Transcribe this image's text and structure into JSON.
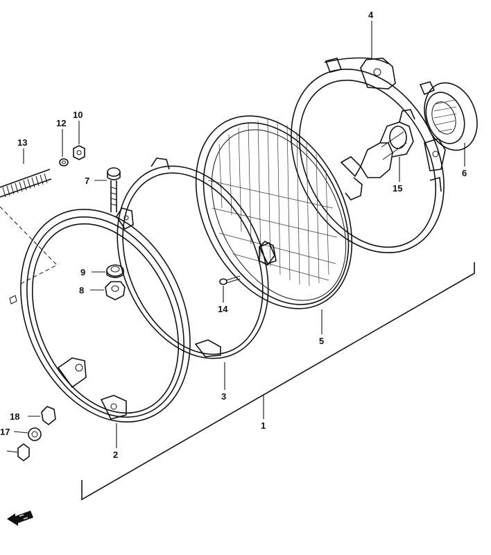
{
  "diagram": {
    "callouts": [
      {
        "key": "lens_unit",
        "text": "5"
      },
      {
        "key": "housing",
        "text": "4"
      },
      {
        "key": "socket_cover",
        "text": "6"
      },
      {
        "key": "bulb",
        "text": "15"
      },
      {
        "key": "outer_rim",
        "text": "2"
      },
      {
        "key": "inner_ring",
        "text": "3"
      },
      {
        "key": "assembly",
        "text": "1"
      },
      {
        "key": "spring",
        "text": "13"
      },
      {
        "key": "washer_12",
        "text": "12"
      },
      {
        "key": "nut_10",
        "text": "10"
      },
      {
        "key": "screw_7",
        "text": "7"
      },
      {
        "key": "grommet_9",
        "text": "9"
      },
      {
        "key": "nut_8",
        "text": "8"
      },
      {
        "key": "screw_14",
        "text": "14"
      },
      {
        "key": "cap_18",
        "text": "18"
      },
      {
        "key": "washer_17",
        "text": "17"
      }
    ],
    "front_arrow": "front-arrow-icon"
  }
}
